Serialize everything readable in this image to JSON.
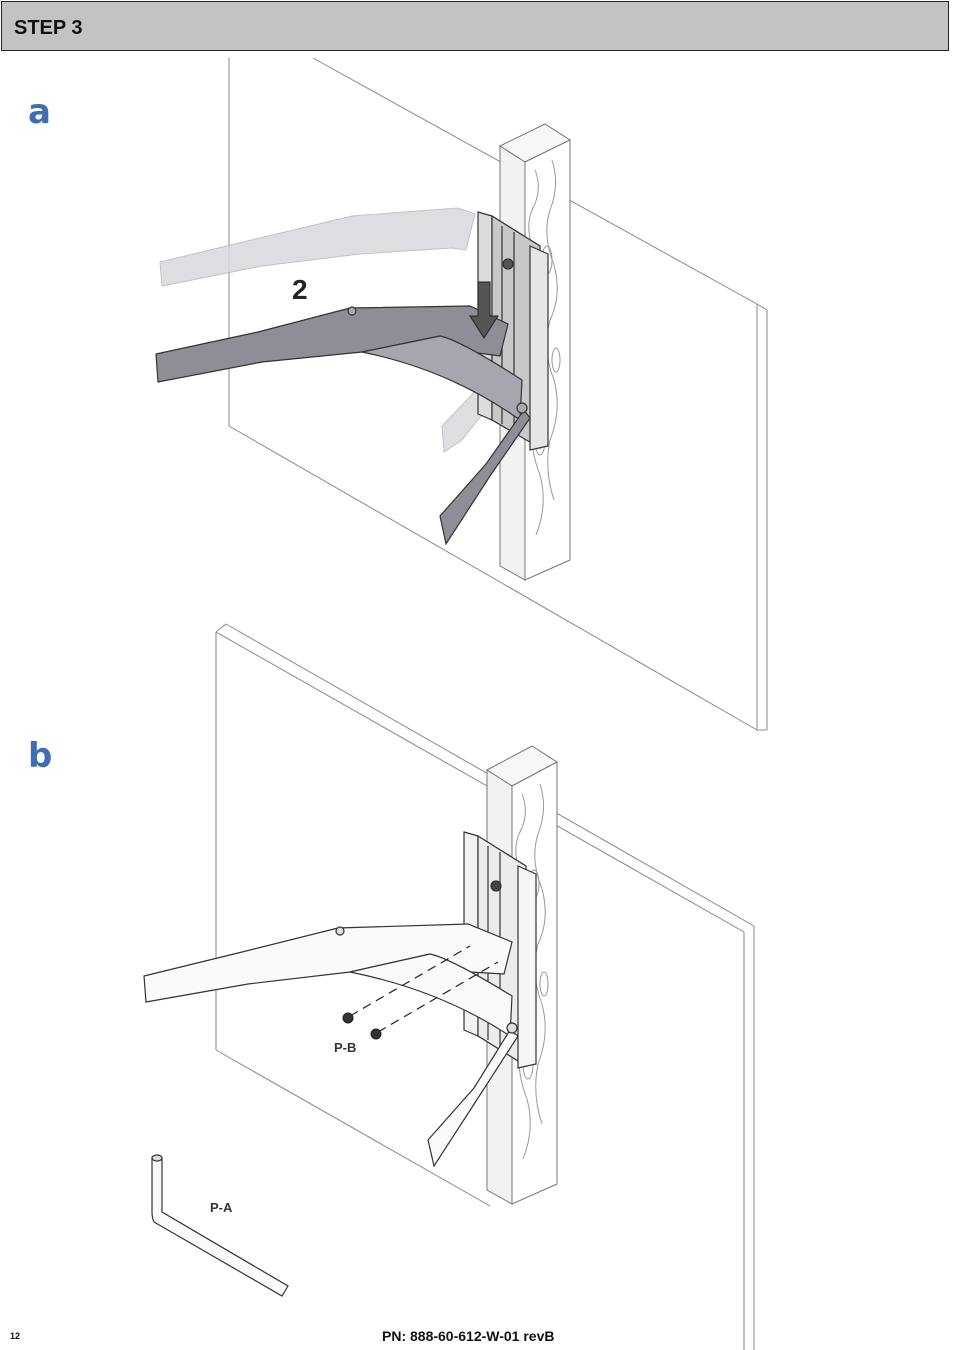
{
  "header": {
    "title": "STEP 3"
  },
  "panels": [
    {
      "letter": "a",
      "callout": "2"
    },
    {
      "letter": "b"
    }
  ],
  "parts": {
    "screw_label": "P-B",
    "hex_key_label": "P-A"
  },
  "footer": {
    "page_number": "12",
    "part_number": "PN: 888-60-612-W-01 revB"
  },
  "colors": {
    "header_bg": "#c3c3c3",
    "letter_color": "#3e6db5",
    "bracket_fill": "#8e8e96",
    "ghost_fill": "#d9d9de"
  }
}
